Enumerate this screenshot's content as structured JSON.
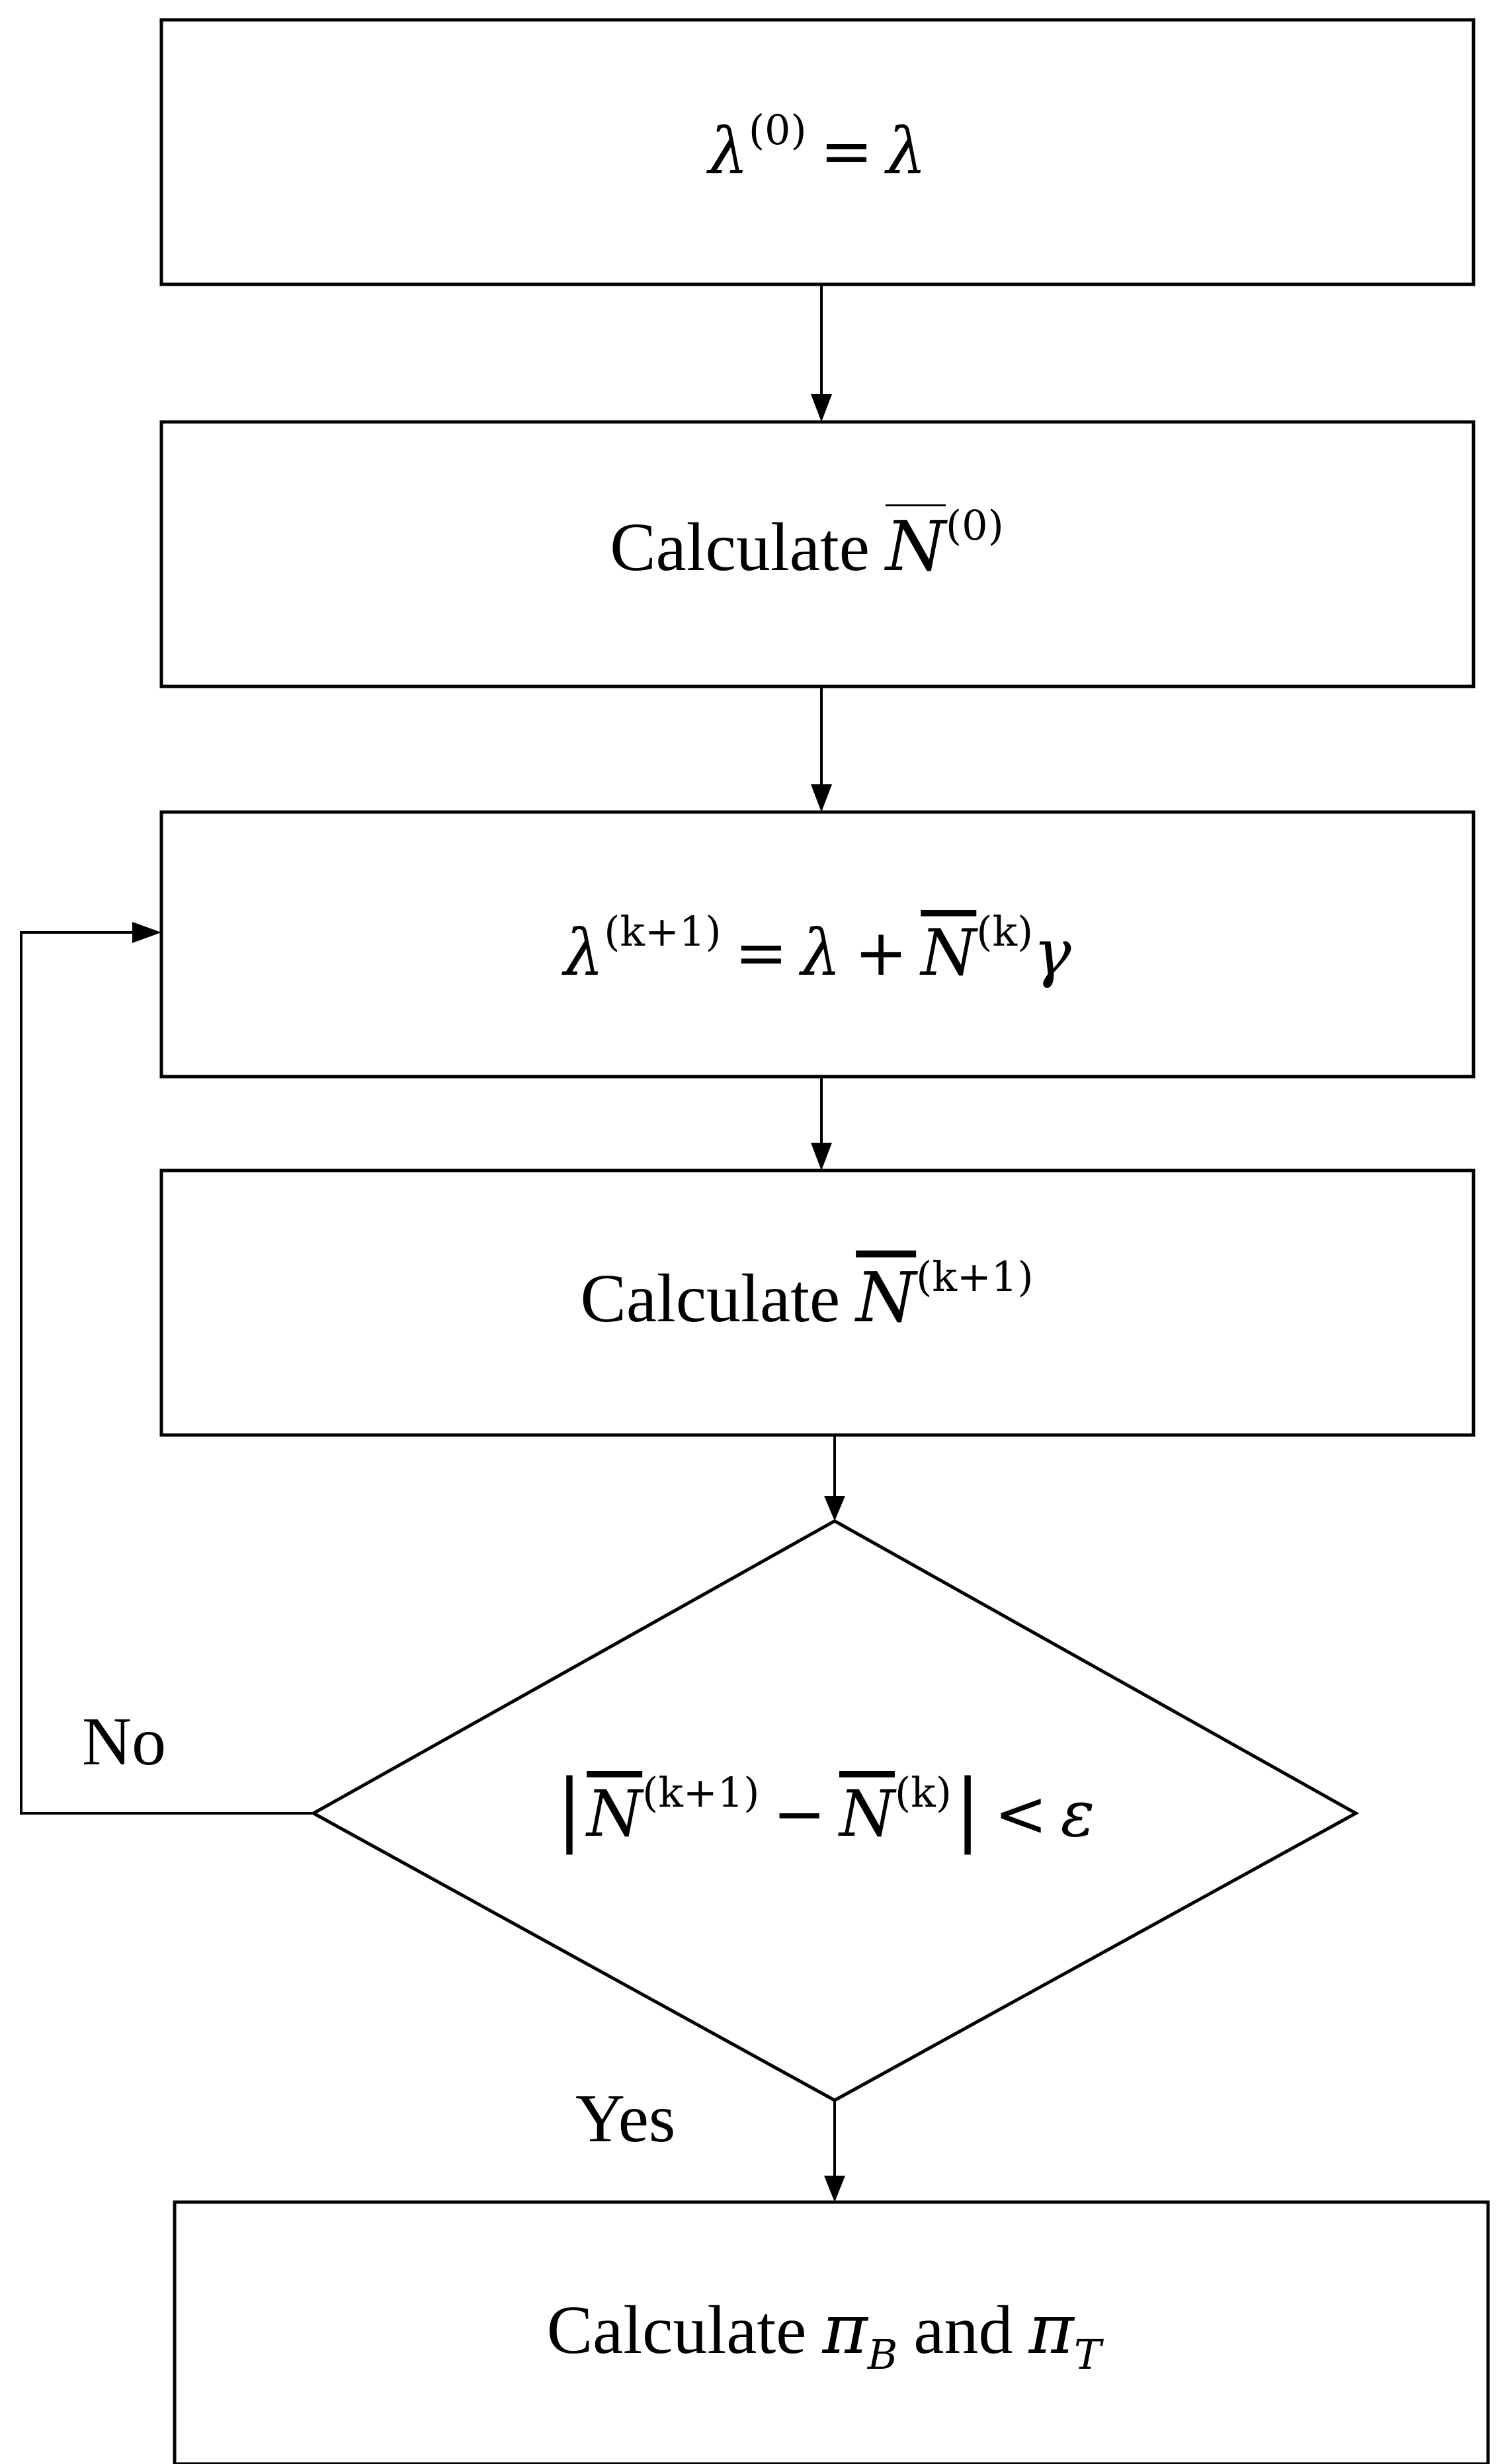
{
  "nodes": {
    "init": {
      "lambda": "λ",
      "sup": "(0)",
      "equals": "=",
      "rhs": "λ"
    },
    "calc_n0": {
      "prefix": "Calculate",
      "n": "N",
      "sup": "(0)"
    },
    "update": {
      "lambda": "λ",
      "sup": "(k+1)",
      "equals": "=",
      "lambda2": "λ",
      "plus": "+",
      "n": "N",
      "nsup": "(k)",
      "gamma": "γ"
    },
    "calc_nk1": {
      "prefix": "Calculate",
      "n": "N",
      "sup": "(k+1)"
    },
    "condition": {
      "bar_left": "|",
      "n1": "N",
      "sup1": "(k+1)",
      "minus": "−",
      "n2": "N",
      "sup2": "(k)",
      "bar_right": "|",
      "lt": "<",
      "eps": "ε"
    },
    "final": {
      "prefix": "Calculate",
      "pi1": "π",
      "sub1": "B",
      "and": "and",
      "pi2": "π",
      "sub2": "T"
    }
  },
  "edges": {
    "no_label": "No",
    "yes_label": "Yes"
  }
}
